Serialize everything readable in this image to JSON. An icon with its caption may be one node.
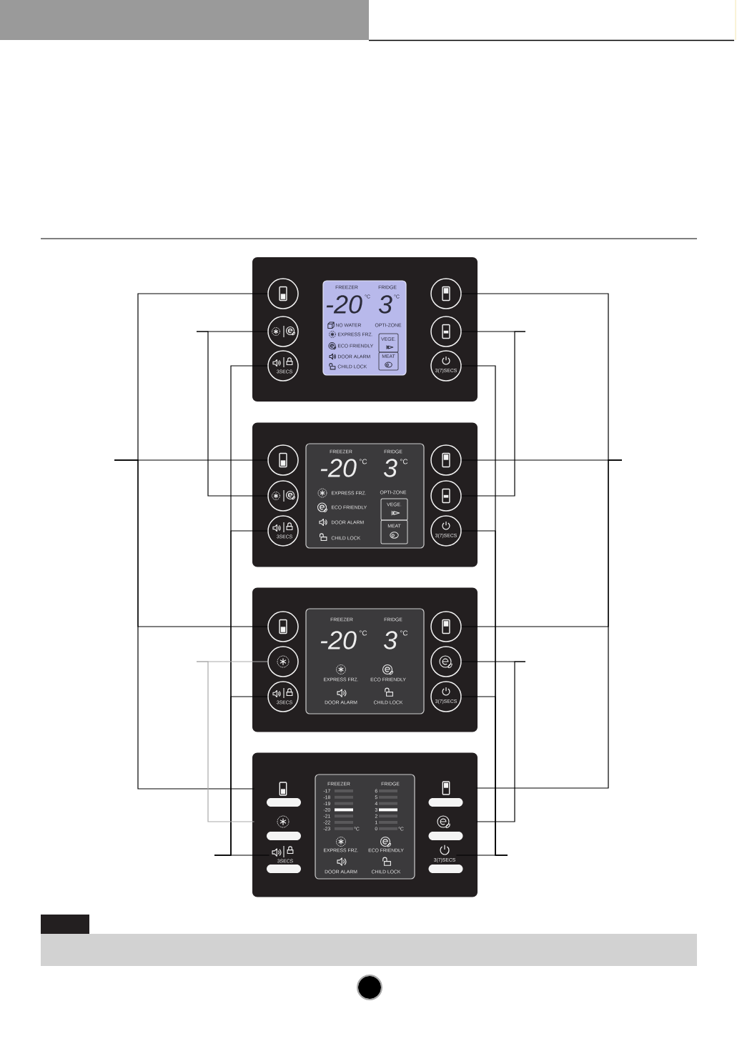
{
  "diagram": {
    "nodes": [
      {
        "text": [],
        "shape": "box"
      },
      {
        "text": [],
        "shape": "circle",
        "in": 0
      },
      {
        "text": [],
        "shape": "circle",
        "in": 0
      },
      {
        "text": [
          "3SECS"
        ],
        "in": 0
      },
      {
        "text": [
          "FREEZER",
          "FRIDGE",
          "-20",
          "°C",
          "3",
          "°C",
          "NO WATER",
          "EXPRESS FRZ.",
          "ECO FRIENDLY",
          "DOOR ALARM",
          "CHILD LOCK",
          "OPTI-ZONE"
        ],
        "in": 0
      },
      {
        "text": [
          "VEGE."
        ],
        "in": 4
      },
      {
        "text": [
          "MEAT"
        ],
        "in": 4
      },
      {
        "text": [],
        "shape": "circle",
        "in": 0
      },
      {
        "text": [],
        "shape": "circle",
        "in": 0
      },
      {
        "text": [
          "3(7)SECS"
        ],
        "in": 0
      },
      {
        "text": [],
        "shape": "box"
      },
      {
        "text": [],
        "shape": "circle",
        "in": 10
      },
      {
        "text": [],
        "shape": "circle",
        "in": 10
      },
      {
        "text": [
          "3SECS"
        ],
        "in": 10
      },
      {
        "text": [
          "FREEZER",
          "FRIDGE",
          "-20",
          "°C",
          "3",
          "°C",
          "EXPRESS FRZ.",
          "ECO FRIENDLY",
          "DOOR ALARM",
          "CHILD LOCK",
          "OPTI-ZONE"
        ],
        "in": 10
      },
      {
        "text": [
          "VEGE."
        ],
        "in": 14
      },
      {
        "text": [
          "MEAT"
        ],
        "in": 14
      },
      {
        "text": [],
        "shape": "circle",
        "in": 10
      },
      {
        "text": [],
        "shape": "circle",
        "in": 10
      },
      {
        "text": [
          "3(7)SECS"
        ],
        "in": 10
      },
      {
        "text": [],
        "shape": "box"
      },
      {
        "text": [],
        "shape": "circle",
        "in": 20
      },
      {
        "text": [],
        "shape": "circle",
        "in": 20
      },
      {
        "text": [
          "3SECS"
        ],
        "in": 20
      },
      {
        "text": [
          "FREEZER",
          "FRIDGE",
          "-20",
          "°C",
          "3",
          "°C",
          "EXPRESS FRZ.",
          "ECO FRIENDLY",
          "DOOR ALARM",
          "CHILD LOCK"
        ],
        "in": 20
      },
      {
        "text": [],
        "shape": "circle",
        "in": 20
      },
      {
        "text": [],
        "shape": "circle",
        "in": 20
      },
      {
        "text": [
          "3(7)SECS"
        ],
        "in": 20
      },
      {
        "text": [],
        "shape": "box"
      },
      {
        "text": [],
        "shape": "picture",
        "in": 28
      },
      {
        "text": [],
        "shape": "picture",
        "in": 28
      },
      {
        "text": [
          "3SECS"
        ],
        "in": 28
      },
      {
        "text": [
          "FREEZER",
          "FRIDGE",
          "-17",
          "-18",
          "-19",
          "-20",
          "-21",
          "-22",
          "-23",
          "°C",
          "6",
          "5",
          "4",
          "3",
          "2",
          "1",
          "0",
          "°C",
          "EXPRESS FRZ.",
          "ECO FRIENDLY",
          "DOOR ALARM",
          "CHILD LOCK"
        ],
        "in": 28
      },
      {
        "text": [],
        "shape": "picture",
        "in": 28
      },
      {
        "text": [],
        "shape": "picture",
        "in": 28
      },
      {
        "text": [
          "3(7)SECS"
        ],
        "in": 28
      },
      {
        "text": [],
        "shape": "box"
      }
    ],
    "edges": [
      {
        "from": null,
        "to": 1,
        "arrow": "none"
      },
      {
        "from": null,
        "to": 11,
        "arrow": "none"
      },
      {
        "from": null,
        "to": 21,
        "arrow": "none"
      },
      {
        "from": null,
        "to": 29,
        "arrow": "none"
      },
      {
        "from": null,
        "to": 2,
        "arrow": "none"
      },
      {
        "from": null,
        "to": 12,
        "arrow": "none"
      },
      {
        "from": null,
        "to": 3,
        "arrow": "none"
      },
      {
        "from": null,
        "to": 13,
        "arrow": "none"
      },
      {
        "from": null,
        "to": 23,
        "arrow": "none"
      },
      {
        "from": null,
        "to": 31,
        "arrow": "none"
      },
      {
        "from": null,
        "to": 22,
        "arrow": "none",
        "color": "#a9a9a9"
      },
      {
        "from": null,
        "to": 30,
        "arrow": "none",
        "color": "#a9a9a9"
      },
      {
        "from": null,
        "to": 7,
        "arrow": "none"
      },
      {
        "from": null,
        "to": 17,
        "arrow": "none"
      },
      {
        "from": null,
        "to": 25,
        "arrow": "none"
      },
      {
        "from": null,
        "to": 33,
        "arrow": "none"
      },
      {
        "from": null,
        "to": 8,
        "arrow": "none"
      },
      {
        "from": null,
        "to": 18,
        "arrow": "none"
      },
      {
        "from": null,
        "to": 9,
        "arrow": "none"
      },
      {
        "from": null,
        "to": 19,
        "arrow": "none"
      },
      {
        "from": null,
        "to": 27,
        "arrow": "none"
      },
      {
        "from": null,
        "to": 35,
        "arrow": "none"
      },
      {
        "from": null,
        "to": 26,
        "arrow": "none"
      },
      {
        "from": null,
        "to": 34,
        "arrow": "none"
      }
    ]
  }
}
